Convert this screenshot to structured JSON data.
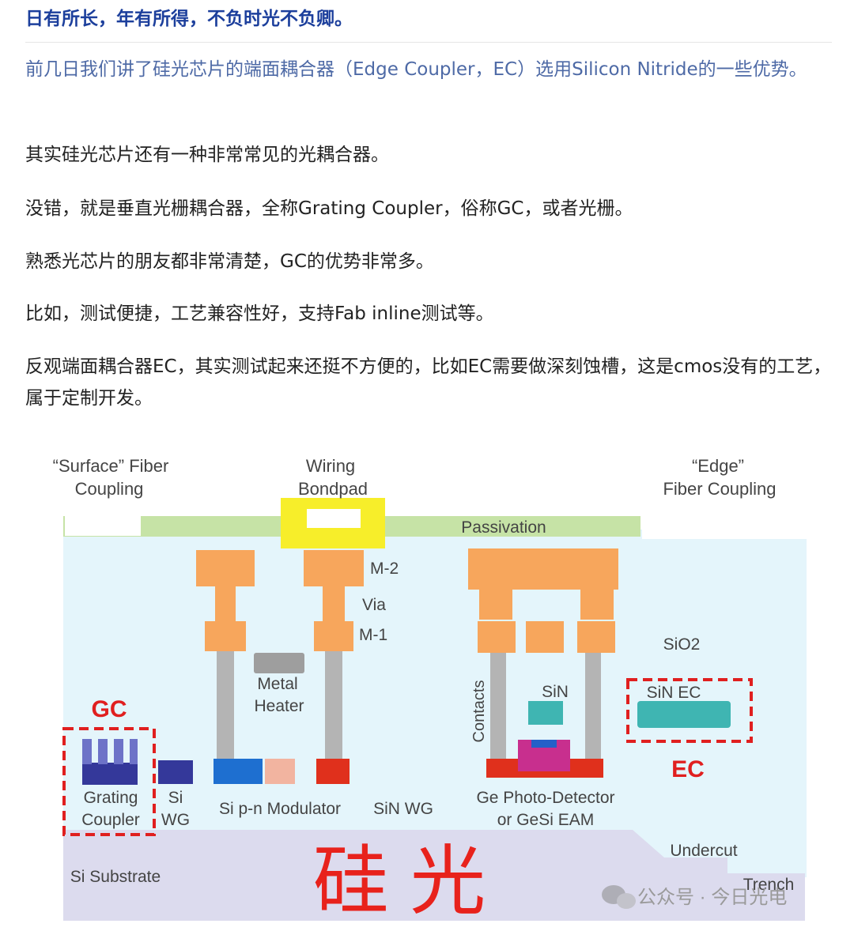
{
  "article": {
    "heading": "日有所长，年有所得，不负时光不负卿。",
    "paragraphs": [
      "前几日我们讲了硅光芯片的端面耦合器（Edge Coupler，EC）选用Silicon Nitride的一些优势。",
      "其实硅光芯片还有一种非常常见的光耦合器。",
      "没错，就是垂直光栅耦合器，全称Grating Coupler，俗称GC，或者光栅。",
      "熟悉光芯片的朋友都非常清楚，GC的优势非常多。",
      "比如，测试便捷，工艺兼容性好，支持Fab inline测试等。",
      "反观端面耦合器EC，其实测试起来还挺不方便的，比如EC需要做深刻蚀槽，这是cmos没有的工艺，属于定制开发。"
    ]
  },
  "figure": {
    "surface_label_1": "“Surface” Fiber",
    "surface_label_2": "Coupling",
    "wiring_label": "Wiring",
    "bondpad_label": "Bondpad",
    "edge_label_1": "“Edge”",
    "edge_label_2": "Fiber Coupling",
    "passivation": "Passivation",
    "m2": "M-2",
    "via": "Via",
    "m1": "M-1",
    "sio2": "SiO2",
    "metal_heater_1": "Metal",
    "metal_heater_2": "Heater",
    "contacts": "Contacts",
    "sin": "SiN",
    "sin_ec": "SiN EC",
    "gc_tag": "GC",
    "ec_tag": "EC",
    "grating_1": "Grating",
    "grating_2": "Coupler",
    "si_wg_1": "Si",
    "si_wg_2": "WG",
    "modulator": "Si p-n Modulator",
    "sin_wg": "SiN WG",
    "photodetector_1": "Ge Photo-Detector",
    "photodetector_2": "or GeSi EAM",
    "undercut": "Undercut",
    "trench": "Trench",
    "substrate": "Si Substrate",
    "overlay_title": "硅 光",
    "watermark": "公众号 · 今日光电",
    "colors": {
      "oxide": "#e4f5fb",
      "passivation": "#c6e3a6",
      "metal": "#f7a65c",
      "tungsten": "#b4b4b4",
      "bondpad": "#f7ee2a",
      "substrate": "#dcdbee",
      "sin": "#3fb5b2",
      "si": "#34389a",
      "accent_red": "#e01f1f",
      "heading_blue": "#1c3f9c"
    }
  }
}
